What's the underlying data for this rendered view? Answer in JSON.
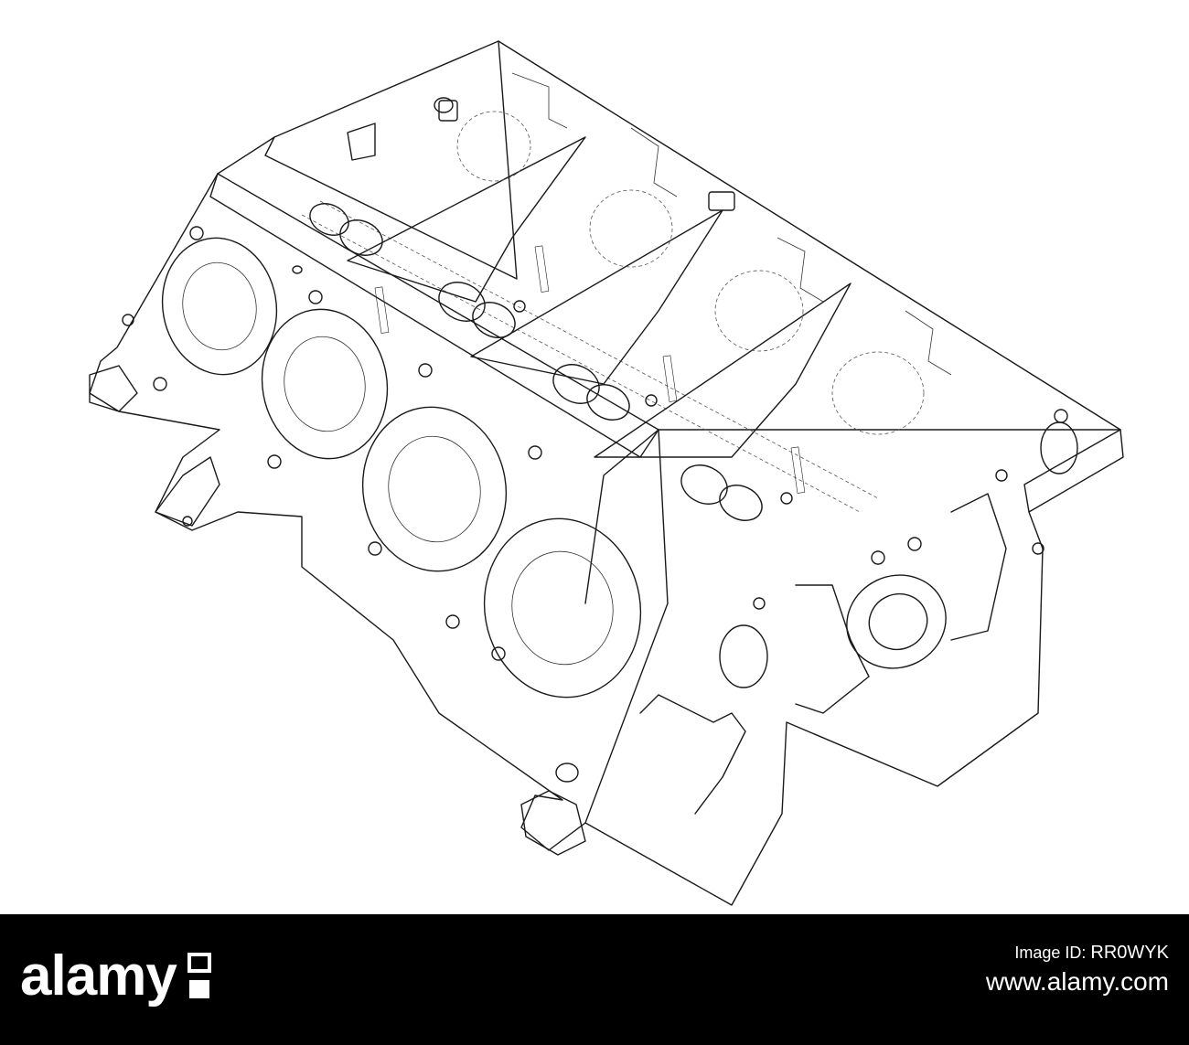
{
  "watermark": {
    "logo_text": "alamy",
    "image_id_label": "Image ID:",
    "image_id": "RR0WYK",
    "site_url": "www.alamy.com"
  },
  "drawing": {
    "subject": "v8-engine-block-wireframe",
    "line_color": "#1a1a1a",
    "background_color": "#ffffff"
  }
}
